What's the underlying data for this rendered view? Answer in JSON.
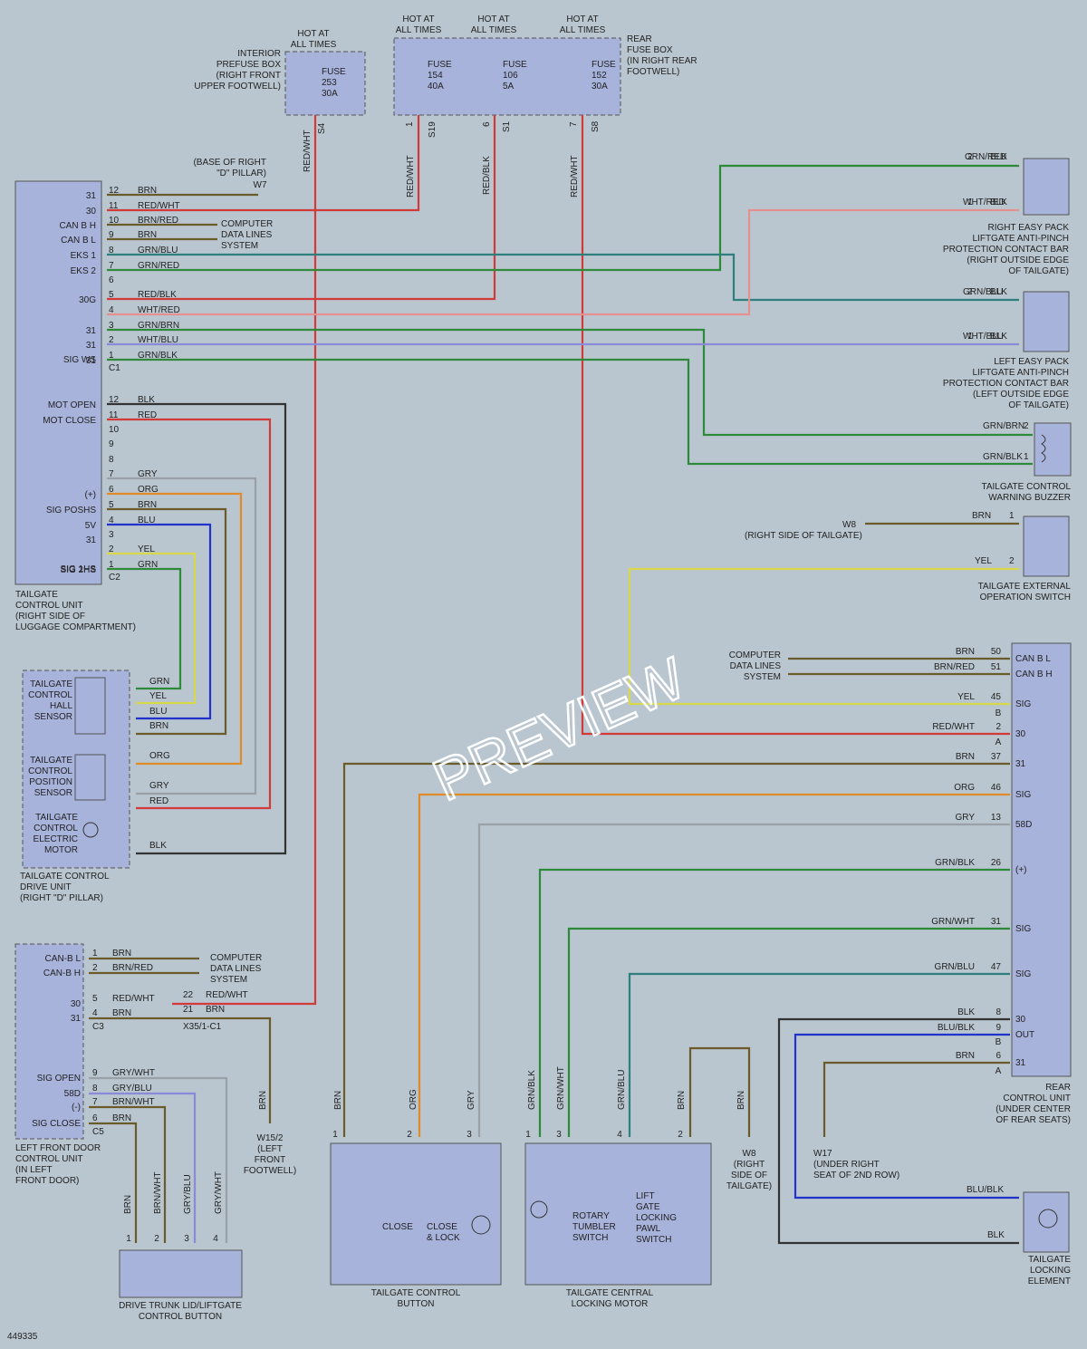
{
  "watermark": "PREVIEW",
  "figure_id": "449335",
  "fuses": {
    "interior_hot": "HOT AT\nALL TIMES",
    "interior_box": "INTERIOR\nPREFUSE BOX\n(RIGHT FRONT\nUPPER FOOTWELL)",
    "f253": "FUSE\n253\n30A",
    "rear_hot": "HOT AT\nALL TIMES",
    "rear_box": "REAR\nFUSE BOX\n(IN RIGHT REAR\nFOOTWELL)",
    "f154": "FUSE\n154\n40A",
    "f106": "FUSE\n106\n5A",
    "f152": "FUSE\n152\n30A",
    "s4": "S4",
    "s19": "S19",
    "s1": "S1",
    "s8": "S8",
    "p1": "1",
    "p6": "6",
    "p7": "7"
  },
  "wires": {
    "red_wht": "RED/WHT",
    "red_blk": "RED/BLK",
    "brn": "BRN",
    "grn": "GRN",
    "yel": "YEL",
    "blu": "BLU",
    "org": "ORG",
    "gry": "GRY",
    "red": "RED",
    "blk": "BLK",
    "grn_red": "GRN/RED",
    "wht_red": "WHT/RED",
    "grn_blu": "GRN/BLU",
    "wht_blu": "WHT/BLU",
    "grn_brn": "GRN/BRN",
    "grn_blk": "GRN/BLK",
    "brn_red": "BRN/RED",
    "grn_wht": "GRN/WHT",
    "blu_blk": "BLU/BLK",
    "gry_wht": "GRY/WHT",
    "gry_blu": "GRY/BLU",
    "brn_wht": "BRN/WHT"
  },
  "tcu": {
    "title": "TAILGATE\nCONTROL UNIT\n(RIGHT SIDE OF\nLUGGAGE COMPARTMENT)",
    "c1": "C1",
    "c2": "C2",
    "c1_labels": [
      "31",
      "30",
      "CAN B H",
      "CAN B L",
      "EKS 1",
      "EKS 2",
      "",
      "30G",
      "",
      "31",
      "31",
      "31",
      "SIG WS"
    ],
    "c1_pins": [
      "12",
      "11",
      "10",
      "9",
      "8",
      "7",
      "6",
      "5",
      "4",
      "3",
      "2",
      "1"
    ],
    "c1_wires": [
      "BRN",
      "RED/WHT",
      "BRN/RED",
      "BRN",
      "GRN/BLU",
      "GRN/RED",
      "",
      "RED/BLK",
      "WHT/RED",
      "GRN/BRN",
      "WHT/BLU",
      "GRN/BLK"
    ],
    "c2_labels": [
      "MOT OPEN",
      "MOT CLOSE",
      "",
      "",
      "",
      "",
      "(+)",
      "SIG POSHS",
      "5V",
      "31",
      "",
      "SIG 2HS",
      "SIG 1HS"
    ],
    "c2_pins": [
      "12",
      "11",
      "10",
      "9",
      "8",
      "7",
      "6",
      "5",
      "4",
      "3",
      "2",
      "1"
    ],
    "c2_wires": [
      "BLK",
      "RED",
      "",
      "",
      "",
      "GRY",
      "ORG",
      "BRN",
      "BLU",
      "",
      "YEL",
      "GRN"
    ],
    "ground": "(BASE OF RIGHT\n\"D\" PILLAR)",
    "w7": "W7",
    "cds": "COMPUTER\nDATA LINES\nSYSTEM"
  },
  "drive": {
    "title": "TAILGATE CONTROL\nDRIVE UNIT\n(RIGHT \"D\" PILLAR)",
    "hall": "TAILGATE\nCONTROL\nHALL\nSENSOR",
    "pos": "TAILGATE\nCONTROL\nPOSITION\nSENSOR",
    "motor": "TAILGATE\nCONTROL\nELECTRIC\nMOTOR"
  },
  "right": {
    "easy_r": "RIGHT EASY PACK\nLIFTGATE ANTI-PINCH\nPROTECTION CONTACT BAR\n(RIGHT OUTSIDE EDGE\nOF TAILGATE)",
    "easy_l": "LEFT EASY PACK\nLIFTGATE ANTI-PINCH\nPROTECTION CONTACT BAR\n(LEFT OUTSIDE EDGE\nOF TAILGATE)",
    "buzzer": "TAILGATE CONTROL\nWARNING BUZZER",
    "ext_sw": "TAILGATE EXTERNAL\nOPERATION SWITCH",
    "w8": "W8",
    "w8_loc": "(RIGHT SIDE OF TAILGATE)",
    "p1": "1",
    "p2": "2"
  },
  "rcu": {
    "title": "REAR\nCONTROL UNIT\n(UNDER CENTER\nOF REAR SEATS)",
    "labels": [
      "CAN B L",
      "CAN B H",
      "SIG",
      "30",
      "31",
      "SIG",
      "58D",
      "(+)",
      "SIG",
      "SIG",
      "30",
      "OUT",
      "31"
    ],
    "pins": [
      "50",
      "51",
      "45",
      "2",
      "37",
      "46",
      "13",
      "26",
      "31",
      "47",
      "8",
      "9",
      "6"
    ],
    "wires": [
      "BRN",
      "BRN/RED",
      "YEL",
      "RED/WHT",
      "BRN",
      "ORG",
      "GRY",
      "GRN/BLK",
      "GRN/WHT",
      "GRN/BLU",
      "BLK",
      "BLU/BLK",
      "BRN"
    ],
    "cB": "B",
    "cA": "A",
    "cA2": "A",
    "cB2": "B",
    "cds": "COMPUTER\nDATA LINES\nSYSTEM"
  },
  "lfd": {
    "title": "LEFT FRONT DOOR\nCONTROL UNIT\n(IN LEFT\nFRONT DOOR)",
    "labels": [
      "CAN-B L",
      "CAN-B H",
      "30",
      "31",
      "SIG OPEN",
      "58D",
      "(-)",
      "SIG CLOSE"
    ],
    "pins": [
      "1",
      "2",
      "5",
      "4",
      "9",
      "8",
      "7",
      "6"
    ],
    "wires": [
      "BRN",
      "BRN/RED",
      "RED/WHT",
      "BRN",
      "GRY/WHT",
      "GRY/BLU",
      "BRN/WHT",
      "BRN"
    ],
    "c3": "C3",
    "c5": "C5",
    "x35": "X35/1-C1",
    "p22": "22",
    "p21": "21",
    "cds": "COMPUTER\nDATA LINES\nSYSTEM",
    "w152": "W15/2\n(LEFT\nFRONT\nFOOTWELL)"
  },
  "bottom": {
    "trunk_btn": "DRIVE TRUNK LID/LIFTGATE\nCONTROL BUTTON",
    "tcb": "TAILGATE CONTROL\nBUTTON",
    "close": "CLOSE",
    "close_lock": "CLOSE\n& LOCK",
    "tclm": "TAILGATE CENTRAL\nLOCKING MOTOR",
    "rotary": "ROTARY\nTUMBLER\nSWITCH",
    "pawl": "LIFT\nGATE\nLOCKING\nPAWL\nSWITCH",
    "w8b": "W8\n(RIGHT\nSIDE OF\nTAILGATE)",
    "w17": "W17\n(UNDER RIGHT\nSEAT OF 2ND ROW)",
    "lock_el": "TAILGATE\nLOCKING\nELEMENT",
    "pins": [
      "1",
      "2",
      "3",
      "4"
    ]
  },
  "colors": {
    "brn": "#6b5a2a",
    "red": "#d23a3a",
    "grn": "#2e8a3a",
    "blu": "#2233cc",
    "yel": "#d8d84a",
    "org": "#e08a2a",
    "gry": "#9aa0a6",
    "blk": "#333333",
    "pink": "#e59090",
    "teal": "#2f7f7f",
    "wht": "#eeeeee"
  }
}
